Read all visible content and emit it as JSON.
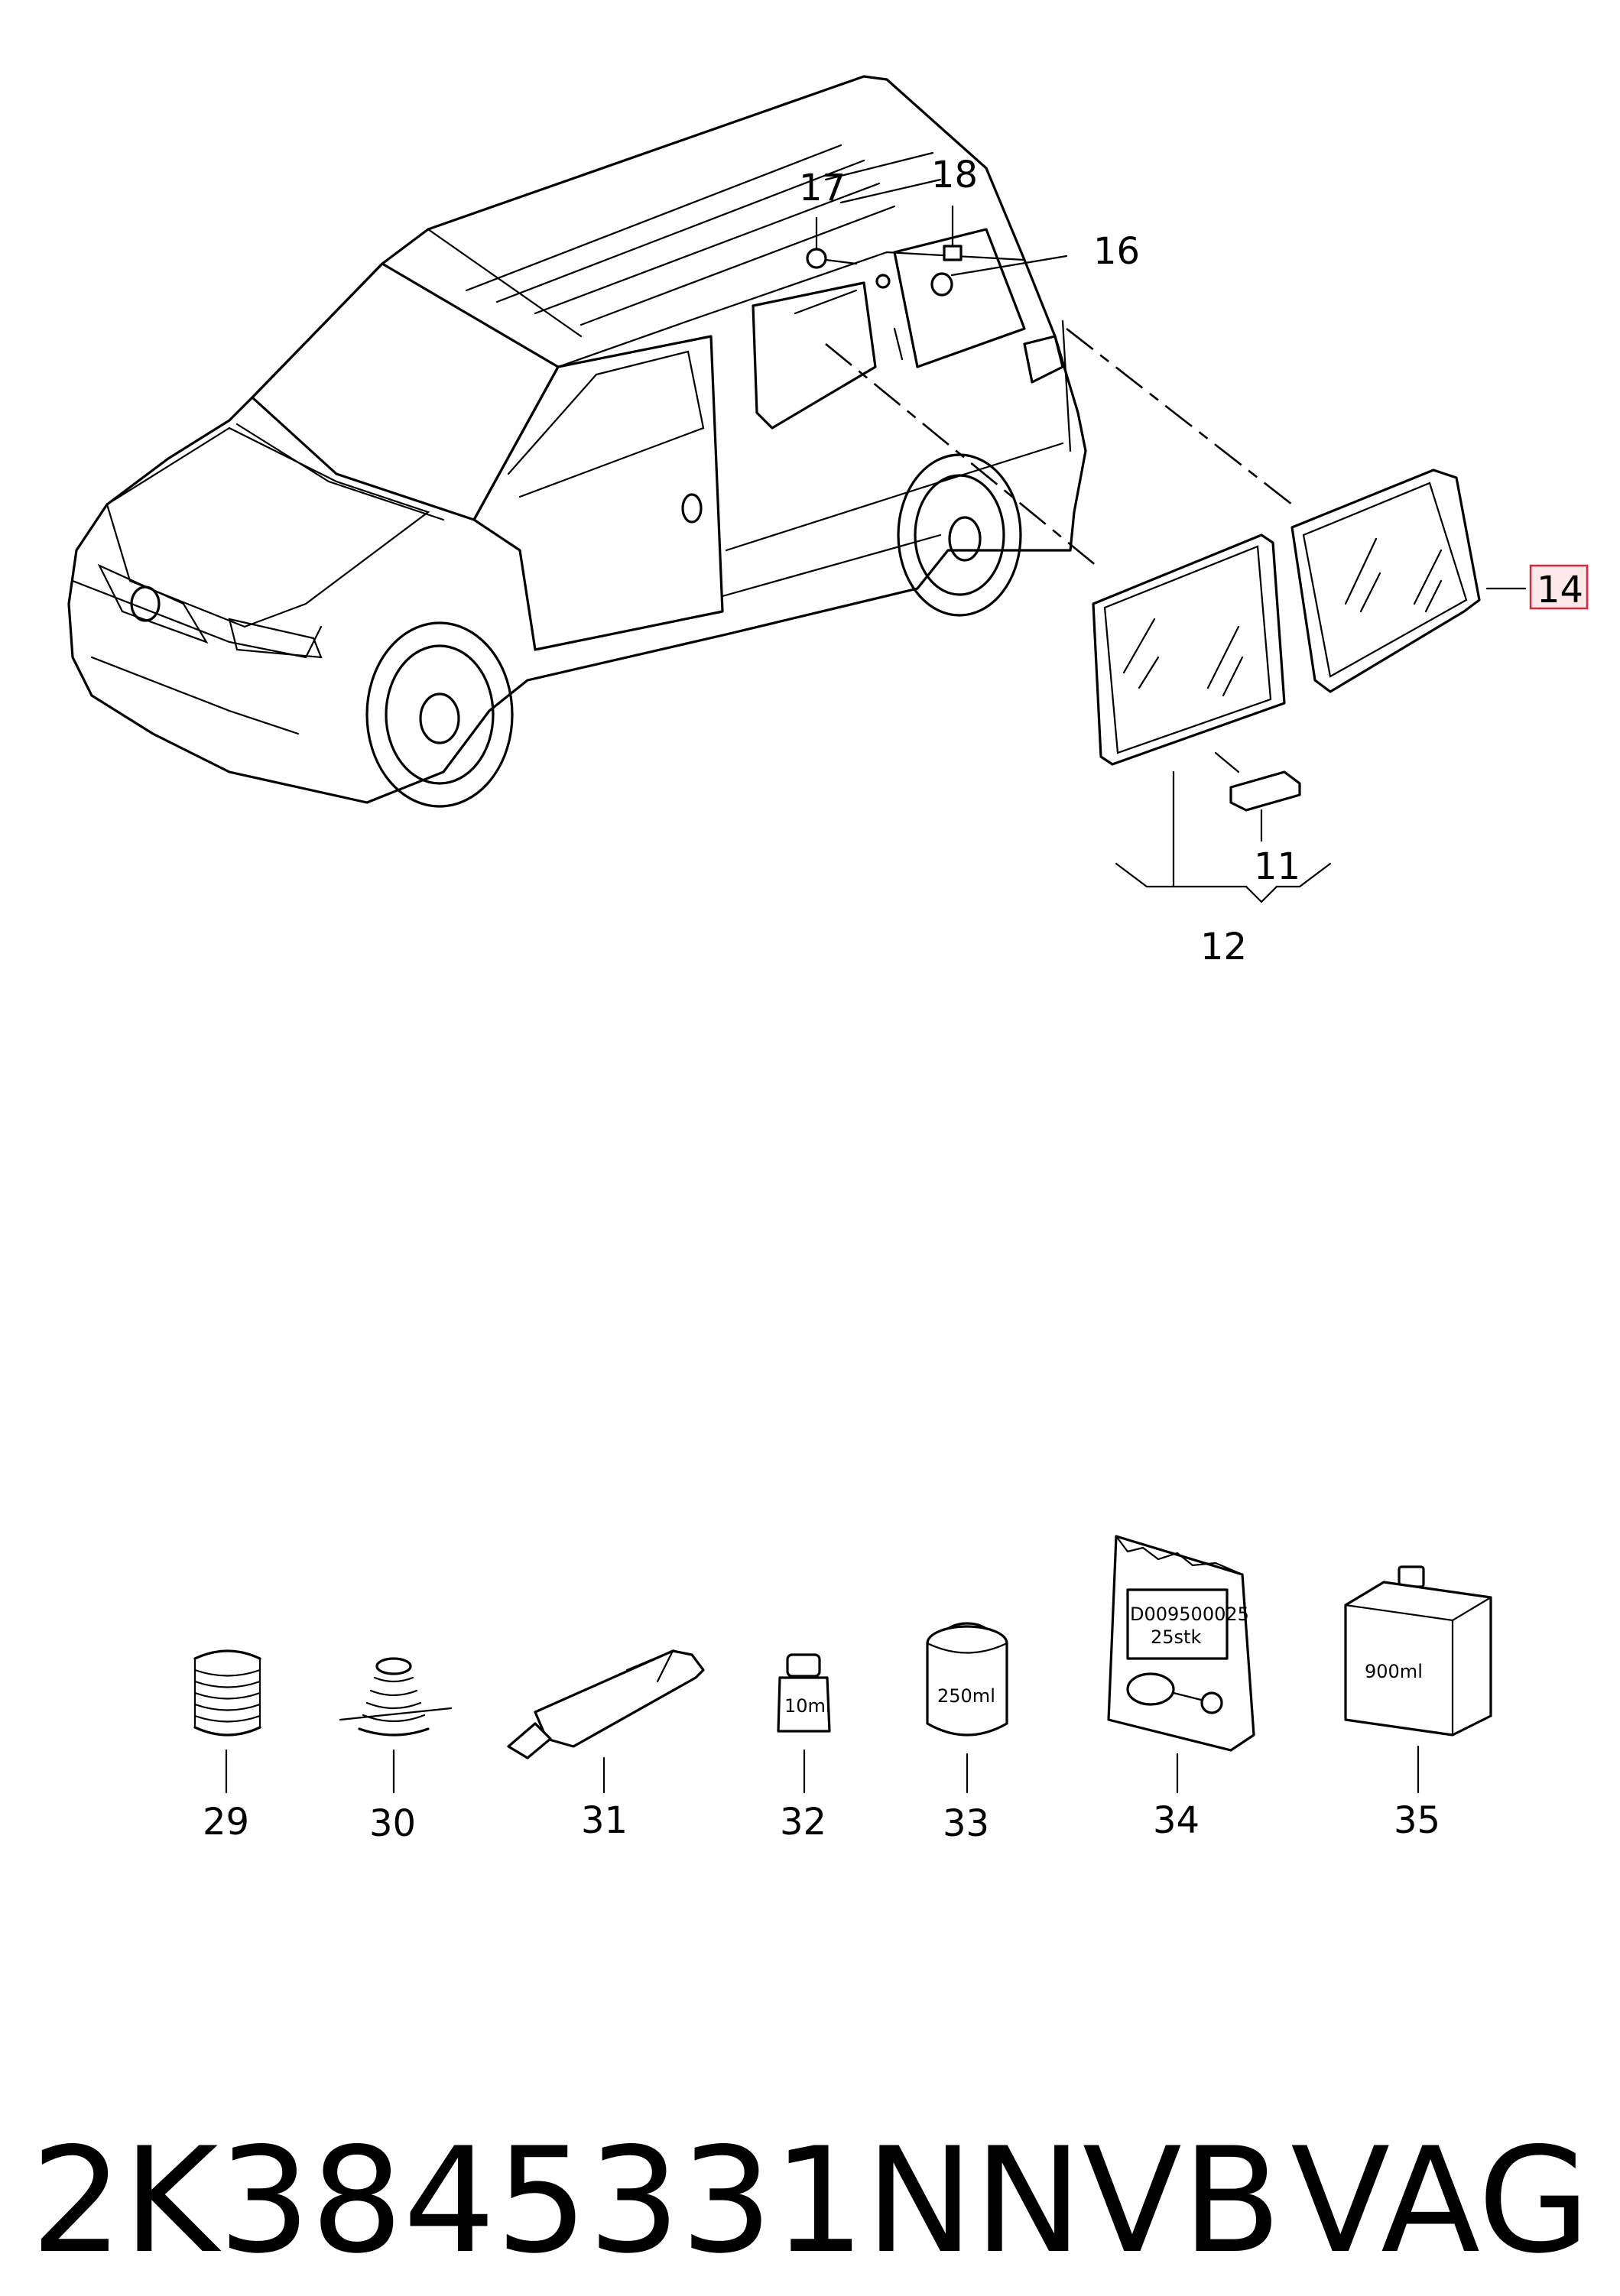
{
  "callouts": {
    "c11": "11",
    "c12": "12",
    "c14": "14",
    "c16": "16",
    "c17": "17",
    "c18": "18",
    "c29": "29",
    "c30": "30",
    "c31": "31",
    "c32": "32",
    "c33": "33",
    "c34": "34",
    "c35": "35"
  },
  "item_labels": {
    "bottle_32": "10ml",
    "can_33": "250ml",
    "bag_34_line1": "D009500025",
    "bag_34_line2": "25stk",
    "canister_35": "900ml"
  },
  "highlighted_callout": "14",
  "footer": {
    "part_number": "2K3845331NNVB",
    "brand": "VAG"
  },
  "colors": {
    "line": "#000000",
    "highlight_fill": "#fde8ea",
    "highlight_border": "#d9263a"
  }
}
